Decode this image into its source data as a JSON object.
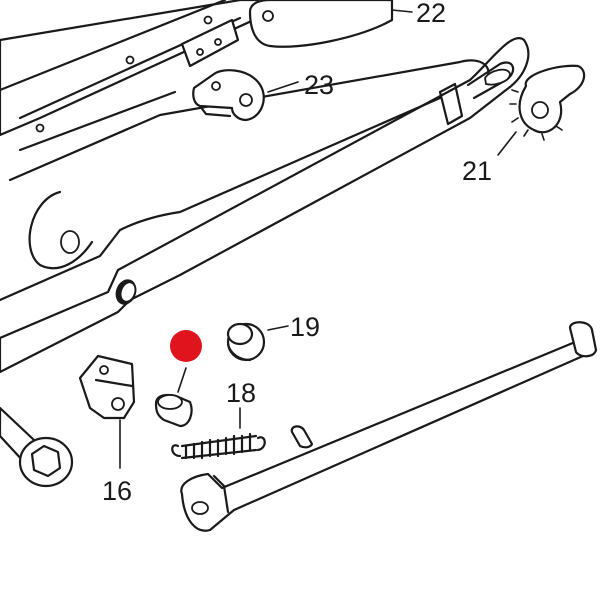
{
  "callouts": {
    "p16": "16",
    "p18": "18",
    "p19": "19",
    "p21": "21",
    "p22": "22",
    "p23": "23"
  },
  "marker": {
    "color": "#e0141c"
  }
}
